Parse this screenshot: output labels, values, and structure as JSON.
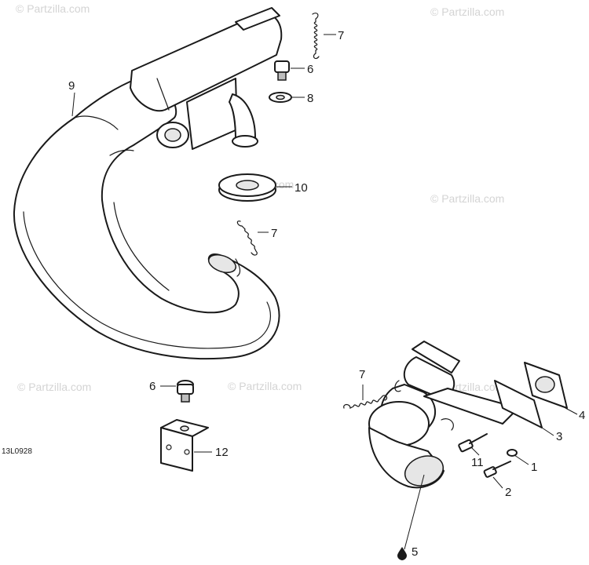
{
  "diagram": {
    "drawing_code": "13L0928",
    "watermark": "© Partzilla.com",
    "callouts": [
      {
        "id": "c1",
        "label": "1"
      },
      {
        "id": "c2",
        "label": "2"
      },
      {
        "id": "c3",
        "label": "3"
      },
      {
        "id": "c4",
        "label": "4"
      },
      {
        "id": "c5",
        "label": "5"
      },
      {
        "id": "c6a",
        "label": "6"
      },
      {
        "id": "c6b",
        "label": "6"
      },
      {
        "id": "c7a",
        "label": "7"
      },
      {
        "id": "c7b",
        "label": "7"
      },
      {
        "id": "c7c",
        "label": "7"
      },
      {
        "id": "c8",
        "label": "8"
      },
      {
        "id": "c9",
        "label": "9"
      },
      {
        "id": "c10",
        "label": "10"
      },
      {
        "id": "c11",
        "label": "11"
      },
      {
        "id": "c12",
        "label": "12"
      }
    ]
  }
}
